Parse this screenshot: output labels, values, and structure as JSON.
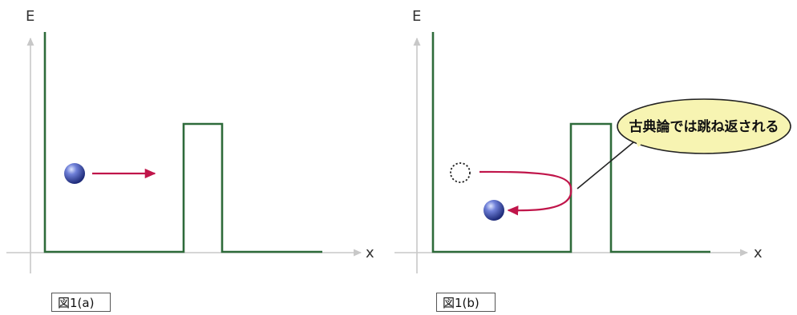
{
  "figures": [
    {
      "caption": "図1(a)",
      "y_axis_label": "E",
      "x_axis_label": "x"
    },
    {
      "caption": "図1(b)",
      "y_axis_label": "E",
      "x_axis_label": "x",
      "callout_text": "古典論では跳ね返される"
    }
  ],
  "colors": {
    "axis": "#c8c8c8",
    "potential": "#2e6b3a",
    "arrow": "#c0154a",
    "ball": "#2a3a9a",
    "bubble_fill": "#f7f4b2",
    "bubble_stroke": "#222222"
  }
}
